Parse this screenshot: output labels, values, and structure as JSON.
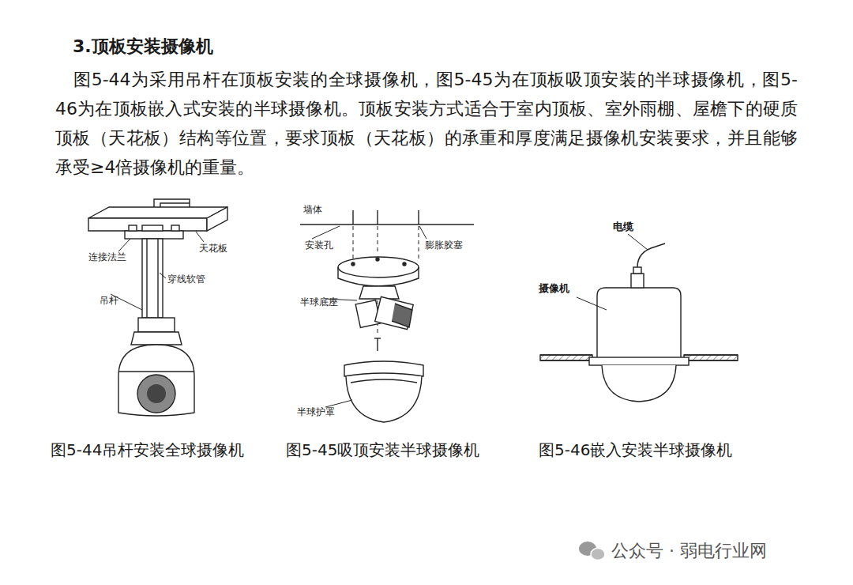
{
  "diagram": {
    "title": "3.顶板安装摄像机",
    "labels": [
      "图5-44为采用吊杆在顶板安装的全球摄像机，图5-45为在顶板吸顶安装的半球摄像机，图5-46为在顶板嵌入式安装的半球摄像机。顶板安装方式适合于室内顶板、室外雨棚、屋檐下的硬质顶板（天花板）结构等位置，要求顶板（天花板）的承重和厚度满足摄像机安装要求，并且能够承受≥4倍摄像机的重量。",
      "天花板",
      "连接法兰",
      "穿线软管",
      "吊杆",
      "墙体",
      "安装孔",
      "膨胀胶塞",
      "半球底座",
      "半球护罩",
      "电缆",
      "摄像机",
      "图5-44吊杆安装全球摄像机",
      "图5-45吸顶安装半球摄像机",
      "图5-46嵌入安装半球摄像机",
      "公众号 · 弱电行业网"
    ]
  }
}
